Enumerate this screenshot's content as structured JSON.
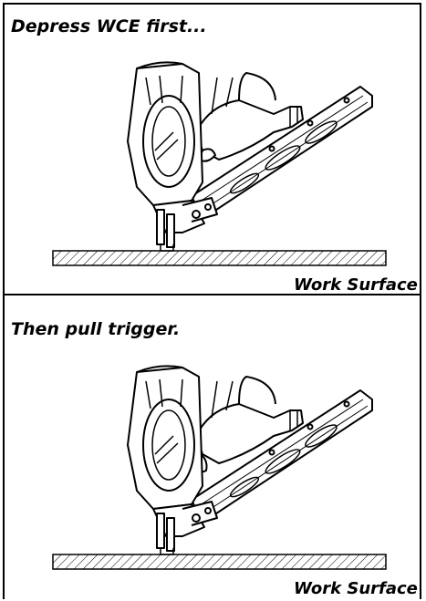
{
  "steps": [
    {
      "caption": "Depress WCE first...",
      "surface_label": "Work Surface"
    },
    {
      "caption": "Then pull trigger.",
      "surface_label": "Work Surface"
    }
  ]
}
